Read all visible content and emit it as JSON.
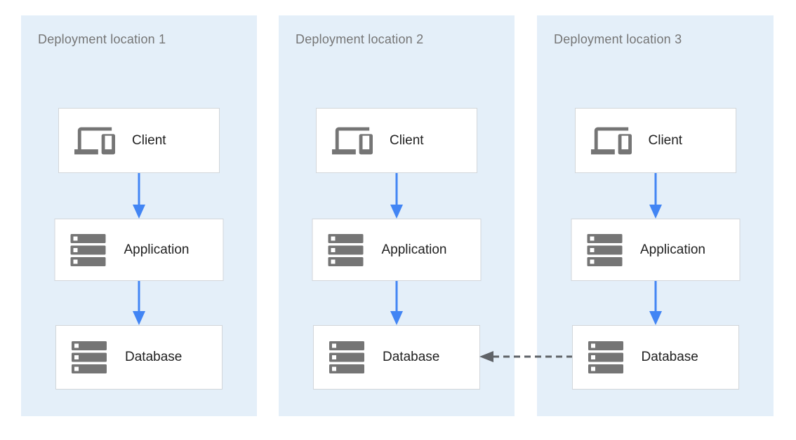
{
  "panels": [
    {
      "title": "Deployment location 1",
      "nodes": [
        {
          "label": "Client",
          "icon": "devices-icon"
        },
        {
          "label": "Application",
          "icon": "server-stack-icon"
        },
        {
          "label": "Database",
          "icon": "server-stack-icon"
        }
      ]
    },
    {
      "title": "Deployment location 2",
      "nodes": [
        {
          "label": "Client",
          "icon": "devices-icon"
        },
        {
          "label": "Application",
          "icon": "server-stack-icon"
        },
        {
          "label": "Database",
          "icon": "server-stack-icon"
        }
      ]
    },
    {
      "title": "Deployment location 3",
      "nodes": [
        {
          "label": "Client",
          "icon": "devices-icon"
        },
        {
          "label": "Application",
          "icon": "server-stack-icon"
        },
        {
          "label": "Database",
          "icon": "server-stack-icon"
        }
      ]
    }
  ],
  "arrows": {
    "vertical_flow": "Client to Application to Database (solid blue, downward) in each panel",
    "replication": {
      "style": "dashed",
      "from": "Database (Deployment location 3)",
      "to": "Database (Deployment location 2)",
      "direction": "left"
    }
  },
  "colors": {
    "panel_bg": "#e4eff9",
    "title_gray": "#757575",
    "icon_gray": "#757575",
    "label_color": "#212121",
    "node_border": "#d2d6da",
    "arrow_blue": "#4285f4",
    "arrow_gray": "#5f6368"
  }
}
